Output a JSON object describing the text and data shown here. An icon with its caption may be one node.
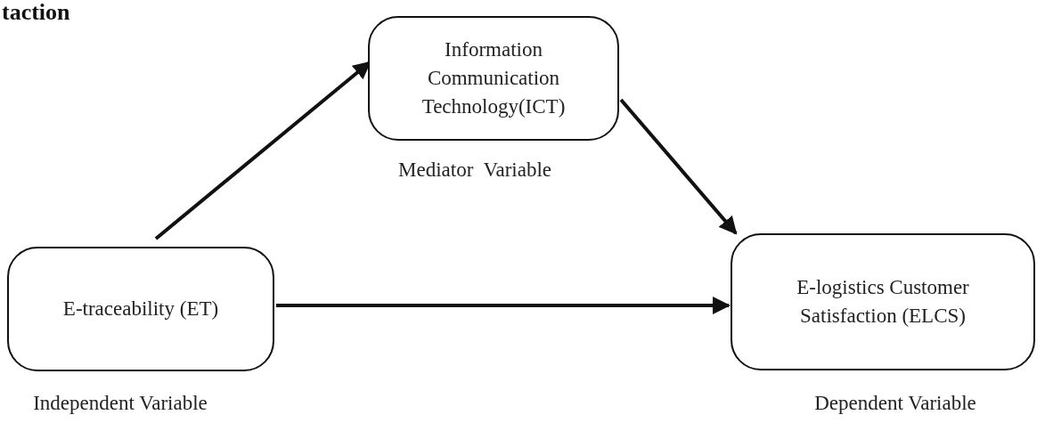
{
  "diagram": {
    "title": "taction",
    "nodes": [
      {
        "text": [
          "E-traceability (ET)"
        ],
        "beside": [
          "Independent Variable"
        ]
      },
      {
        "text": [
          "Information Communication Technology(ICT)"
        ],
        "beside": [
          "Mediator  Variable"
        ]
      },
      {
        "text": [
          "E-logistics Customer Satisfaction (ELCS)"
        ],
        "beside": [
          "Dependent Variable"
        ]
      }
    ],
    "edges": [
      {
        "from": 0,
        "to": 1,
        "arrow": "to"
      },
      {
        "from": 1,
        "to": 2,
        "arrow": "to"
      },
      {
        "from": 0,
        "to": 2,
        "arrow": "to"
      }
    ]
  }
}
